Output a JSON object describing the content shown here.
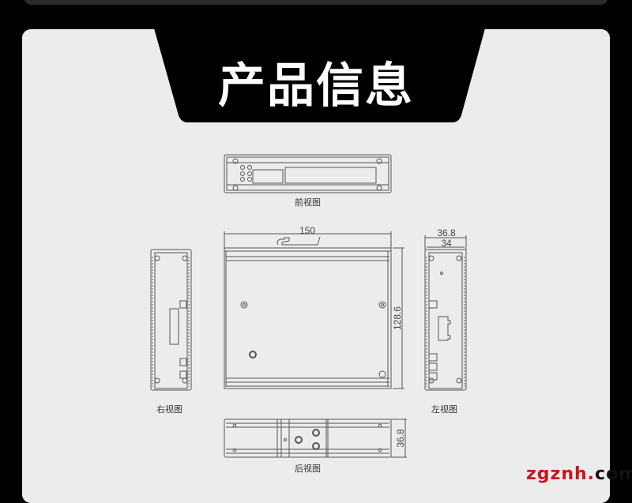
{
  "header": {
    "title": "产品信息"
  },
  "views": {
    "front": "前视图",
    "right": "右视图",
    "left": "左视图",
    "back": "后视图"
  },
  "dimensions": {
    "width": "150",
    "height": "128.6",
    "depth_outer": "36.8",
    "depth_inner": "34",
    "back_depth": "36.8"
  },
  "watermark": {
    "part1": "zgznh.",
    "part2": "com"
  },
  "colors": {
    "background": "#000000",
    "card": "#ececec",
    "banner": "#000000",
    "watermark_red": "#d0121b"
  }
}
